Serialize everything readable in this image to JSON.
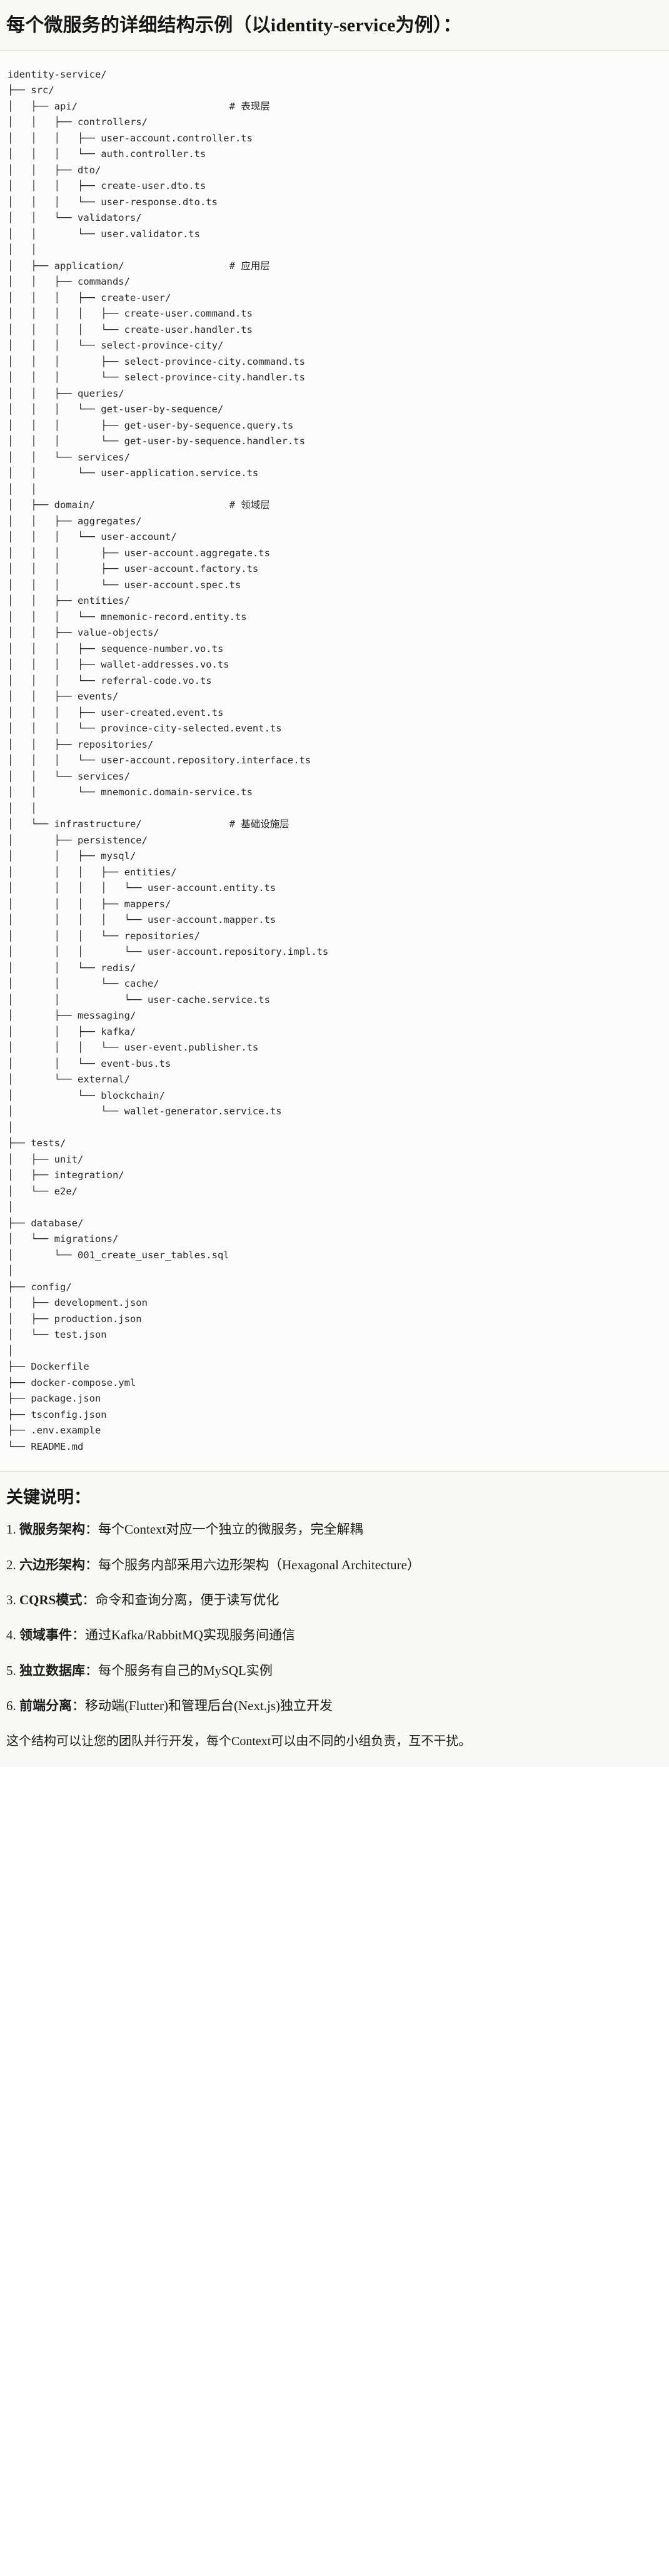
{
  "heading": {
    "title": "每个微服务的详细结构示例（以identity-service为例）："
  },
  "tree": {
    "root": "identity-service/",
    "text": "identity-service/\n├── src/\n│   ├── api/                          # 表现层\n│   │   ├── controllers/\n│   │   │   ├── user-account.controller.ts\n│   │   │   └── auth.controller.ts\n│   │   ├── dto/\n│   │   │   ├── create-user.dto.ts\n│   │   │   └── user-response.dto.ts\n│   │   └── validators/\n│   │       └── user.validator.ts\n│   │\n│   ├── application/                  # 应用层\n│   │   ├── commands/\n│   │   │   ├── create-user/\n│   │   │   │   ├── create-user.command.ts\n│   │   │   │   └── create-user.handler.ts\n│   │   │   └── select-province-city/\n│   │   │       ├── select-province-city.command.ts\n│   │   │       └── select-province-city.handler.ts\n│   │   ├── queries/\n│   │   │   └── get-user-by-sequence/\n│   │   │       ├── get-user-by-sequence.query.ts\n│   │   │       └── get-user-by-sequence.handler.ts\n│   │   └── services/\n│   │       └── user-application.service.ts\n│   │\n│   ├── domain/                       # 领域层\n│   │   ├── aggregates/\n│   │   │   └── user-account/\n│   │   │       ├── user-account.aggregate.ts\n│   │   │       ├── user-account.factory.ts\n│   │   │       └── user-account.spec.ts\n│   │   ├── entities/\n│   │   │   └── mnemonic-record.entity.ts\n│   │   ├── value-objects/\n│   │   │   ├── sequence-number.vo.ts\n│   │   │   ├── wallet-addresses.vo.ts\n│   │   │   └── referral-code.vo.ts\n│   │   ├── events/\n│   │   │   ├── user-created.event.ts\n│   │   │   └── province-city-selected.event.ts\n│   │   ├── repositories/\n│   │   │   └── user-account.repository.interface.ts\n│   │   └── services/\n│   │       └── mnemonic.domain-service.ts\n│   │\n│   └── infrastructure/               # 基础设施层\n│       ├── persistence/\n│       │   ├── mysql/\n│       │   │   ├── entities/\n│       │   │   │   └── user-account.entity.ts\n│       │   │   ├── mappers/\n│       │   │   │   └── user-account.mapper.ts\n│       │   │   └── repositories/\n│       │   │       └── user-account.repository.impl.ts\n│       │   └── redis/\n│       │       └── cache/\n│       │           └── user-cache.service.ts\n│       ├── messaging/\n│       │   ├── kafka/\n│       │   │   └── user-event.publisher.ts\n│       │   └── event-bus.ts\n│       └── external/\n│           └── blockchain/\n│               └── wallet-generator.service.ts\n│\n├── tests/\n│   ├── unit/\n│   ├── integration/\n│   └── e2e/\n│\n├── database/\n│   └── migrations/\n│       └── 001_create_user_tables.sql\n│\n├── config/\n│   ├── development.json\n│   ├── production.json\n│   └── test.json\n│\n├── Dockerfile\n├── docker-compose.yml\n├── package.json\n├── tsconfig.json\n├── .env.example\n└── README.md",
    "layer_comments": [
      "# 表现层",
      "# 应用层",
      "# 领域层",
      "# 基础设施层"
    ]
  },
  "notes": {
    "title": "关键说明：",
    "items": [
      {
        "term": "微服务架构",
        "sep": "：",
        "desc": "每个Context对应一个独立的微服务，完全解耦"
      },
      {
        "term": "六边形架构",
        "sep": "：",
        "desc": "每个服务内部采用六边形架构（Hexagonal Architecture）"
      },
      {
        "term": "CQRS模式",
        "sep": "：",
        "desc": "命令和查询分离，便于读写优化"
      },
      {
        "term": "领域事件",
        "sep": "：",
        "desc": "通过Kafka/RabbitMQ实现服务间通信"
      },
      {
        "term": "独立数据库",
        "sep": "：",
        "desc": "每个服务有自己的MySQL实例"
      },
      {
        "term": "前端分离",
        "sep": "：",
        "desc": "移动端(Flutter)和管理后台(Next.js)独立开发"
      }
    ],
    "closing": "这个结构可以让您的团队并行开发，每个Context可以由不同的小组负责，互不干扰。"
  }
}
